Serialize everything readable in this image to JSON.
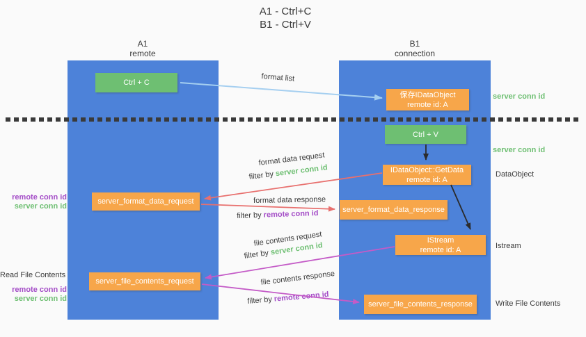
{
  "title": {
    "line1": "A1 - Ctrl+C",
    "line2": "B1 - Ctrl+V"
  },
  "lanes": {
    "left": {
      "title": "A1",
      "subtitle": "remote"
    },
    "right": {
      "title": "B1",
      "subtitle": "connection"
    }
  },
  "nodes": {
    "ctrl_c": {
      "label": "Ctrl + C"
    },
    "save_idataobject": {
      "line1": "保存IDataObject",
      "line2": "remote id: A"
    },
    "ctrl_v": {
      "label": "Ctrl + V"
    },
    "getdata": {
      "line1": "IDataObject::GetData",
      "line2": "remote id: A"
    },
    "format_data_request": {
      "label": "server_format_data_request"
    },
    "format_data_response": {
      "label": "server_format_data_response"
    },
    "istream": {
      "line1": "IStream",
      "line2": "remote id: A"
    },
    "file_contents_request": {
      "label": "server_file_contents_request"
    },
    "file_contents_response": {
      "label": "server_file_contents_response"
    }
  },
  "edges": {
    "format_list": {
      "label": "format list"
    },
    "format_data_request": {
      "label": "format data request",
      "filter_prefix": "filter by ",
      "filter_key": "server conn id"
    },
    "format_data_response": {
      "label": "format data response",
      "filter_prefix": "filter by ",
      "filter_key": "remote conn id"
    },
    "file_contents_request": {
      "label": "file contents request",
      "filter_prefix": "filter by ",
      "filter_key": "server conn id"
    },
    "file_contents_response": {
      "label": "file contents response",
      "filter_prefix": "filter by ",
      "filter_key": "remote conn id"
    }
  },
  "side_labels": {
    "right_top_server_conn_id": "server conn id",
    "right_mid_server_conn_id": "server conn id",
    "data_object": "DataObject",
    "istream": "Istream",
    "write_file_contents": "Write File Contents",
    "read_file_contents": "Read File Contents",
    "left_top_remote_conn_id": "remote conn id",
    "left_top_server_conn_id": "server conn id",
    "left_bottom_remote_conn_id": "remote conn id",
    "left_bottom_server_conn_id": "server conn id"
  },
  "colors": {
    "lane_blue": "#4d82d9",
    "node_green": "#6ebf72",
    "node_orange": "#f7a64a",
    "arrow_light_blue": "#a5cff0",
    "arrow_red": "#e8706e",
    "arrow_magenta": "#c45bc7",
    "arrow_black": "#2b2b2b",
    "label_green": "#6ebf72",
    "label_purple": "#a44dc7",
    "text_dark": "#3a3a3a"
  }
}
